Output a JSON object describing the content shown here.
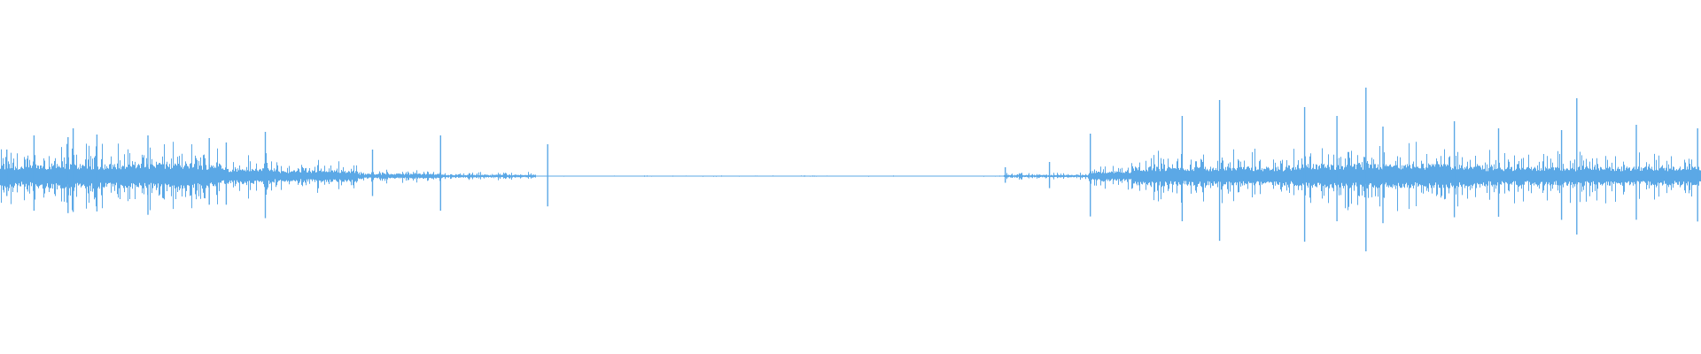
{
  "waveform": {
    "color": "#5ba8e6",
    "background": "#ffffff",
    "amplitude_range": [
      -1,
      1
    ],
    "segments": [
      {
        "from": 0.0,
        "to": 0.02,
        "level": 0.3
      },
      {
        "from": 0.02,
        "to": 0.13,
        "level": 0.34
      },
      {
        "from": 0.13,
        "to": 0.16,
        "level": 0.22
      },
      {
        "from": 0.16,
        "to": 0.21,
        "level": 0.16
      },
      {
        "from": 0.21,
        "to": 0.26,
        "level": 0.07
      },
      {
        "from": 0.26,
        "to": 0.315,
        "level": 0.04
      },
      {
        "from": 0.315,
        "to": 0.59,
        "level": 0.006
      },
      {
        "from": 0.59,
        "to": 0.64,
        "level": 0.035
      },
      {
        "from": 0.64,
        "to": 0.665,
        "level": 0.14
      },
      {
        "from": 0.665,
        "to": 0.76,
        "level": 0.26
      },
      {
        "from": 0.76,
        "to": 0.87,
        "level": 0.33
      },
      {
        "from": 0.87,
        "to": 1.0,
        "level": 0.26
      }
    ],
    "spikes": [
      {
        "pos": 0.004,
        "amp": 0.3
      },
      {
        "pos": 0.02,
        "amp": 0.46
      },
      {
        "pos": 0.04,
        "amp": 0.44
      },
      {
        "pos": 0.043,
        "amp": 0.54
      },
      {
        "pos": 0.057,
        "amp": 0.47
      },
      {
        "pos": 0.087,
        "amp": 0.46
      },
      {
        "pos": 0.123,
        "amp": 0.43
      },
      {
        "pos": 0.133,
        "amp": 0.38
      },
      {
        "pos": 0.156,
        "amp": 0.5
      },
      {
        "pos": 0.219,
        "amp": 0.3
      },
      {
        "pos": 0.259,
        "amp": 0.46
      },
      {
        "pos": 0.322,
        "amp": 0.36
      },
      {
        "pos": 0.591,
        "amp": 0.1
      },
      {
        "pos": 0.617,
        "amp": 0.16
      },
      {
        "pos": 0.641,
        "amp": 0.48
      },
      {
        "pos": 0.695,
        "amp": 0.68
      },
      {
        "pos": 0.717,
        "amp": 0.86
      },
      {
        "pos": 0.767,
        "amp": 0.78
      },
      {
        "pos": 0.786,
        "amp": 0.68
      },
      {
        "pos": 0.803,
        "amp": 1.0
      },
      {
        "pos": 0.813,
        "amp": 0.56
      },
      {
        "pos": 0.855,
        "amp": 0.62
      },
      {
        "pos": 0.881,
        "amp": 0.54
      },
      {
        "pos": 0.918,
        "amp": 0.52
      },
      {
        "pos": 0.927,
        "amp": 0.88
      },
      {
        "pos": 0.962,
        "amp": 0.58
      },
      {
        "pos": 0.998,
        "amp": 0.54
      }
    ]
  }
}
